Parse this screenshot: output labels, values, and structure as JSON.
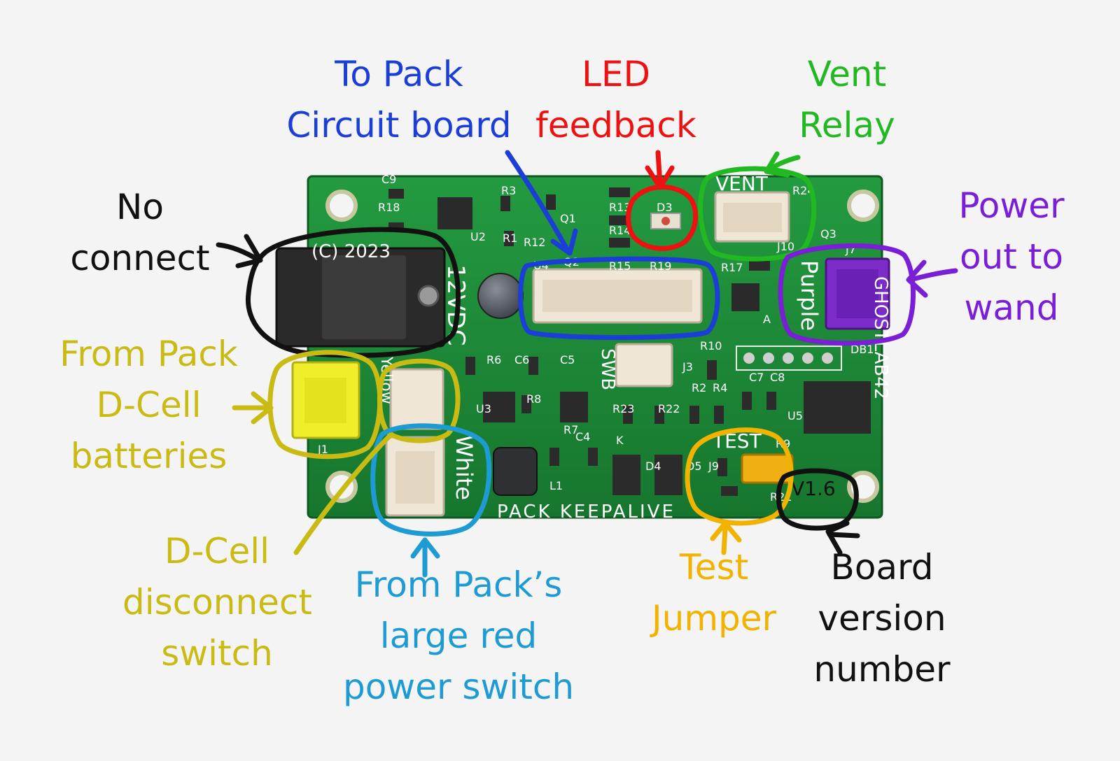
{
  "colors": {
    "black": "#111111",
    "blue": "#1b3fd6",
    "red": "#ee1111",
    "green": "#22b822",
    "purple": "#7a1fd6",
    "olive": "#c9bb14",
    "lightblue": "#1f9bd4",
    "orange": "#f2b200",
    "board": "#1f8f3a"
  },
  "board": {
    "copyright": "(C) 2023",
    "connector_12v": "12VDC",
    "silk_vent": "VENT",
    "silk_purple": "Purple",
    "silk_white": "White",
    "silk_yellow": "Yellow",
    "silk_swb": "SWB",
    "silk_test": "TEST",
    "silk_pack_keepalive": "PACK KEEPALIVE",
    "silk_ghostlab": "GHOSTLAB42",
    "silk_version": "V1.6",
    "silk_refs": [
      "C9",
      "R18",
      "R3",
      "U2",
      "R1",
      "R12",
      "Q1",
      "Q2",
      "U4",
      "R13",
      "R14",
      "R15",
      "R19",
      "D3",
      "R24",
      "Q3",
      "J7",
      "J10",
      "R17",
      "DB1",
      "R10",
      "R2",
      "R4",
      "C7",
      "C8",
      "U5",
      "J3",
      "R23",
      "R22",
      "R9",
      "J9",
      "R21",
      "D4",
      "D5",
      "C4",
      "R7",
      "R8",
      "U3",
      "R6",
      "C6",
      "C5",
      "L1",
      "J1",
      "K",
      "A"
    ]
  },
  "labels": {
    "no_connect": [
      "No",
      "connect"
    ],
    "to_pack": [
      "To Pack",
      "Circuit board"
    ],
    "led_feedback": [
      "LED",
      "feedback"
    ],
    "vent_relay": [
      "Vent",
      "Relay"
    ],
    "power_out": [
      "Power",
      "out to",
      "wand"
    ],
    "from_pack_dcell": [
      "From Pack",
      "D-Cell",
      "batteries"
    ],
    "dcell_switch": [
      "D-Cell",
      "disconnect",
      "switch"
    ],
    "from_pack_red": [
      "From Pack’s",
      "large red",
      "power switch"
    ],
    "test_jumper": [
      "Test",
      "Jumper"
    ],
    "board_version": [
      "Board",
      "version",
      "number"
    ]
  }
}
